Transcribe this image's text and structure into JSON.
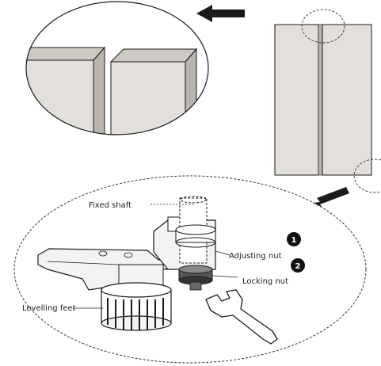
{
  "labels": {
    "fixed_shaft": "Fixed shaft",
    "adjusting_nut": "Adjusting nut",
    "locking_nut": "Locking nut",
    "levelling_feet": "Levelling feet"
  },
  "callouts": {
    "one": "1",
    "two": "2"
  },
  "colors": {
    "panel_face": "#e3e0dc",
    "panel_edge": "#b9b4ae",
    "panel_shadow": "#cdc8c2",
    "line": "#1a1a1a",
    "text": "#222222"
  }
}
